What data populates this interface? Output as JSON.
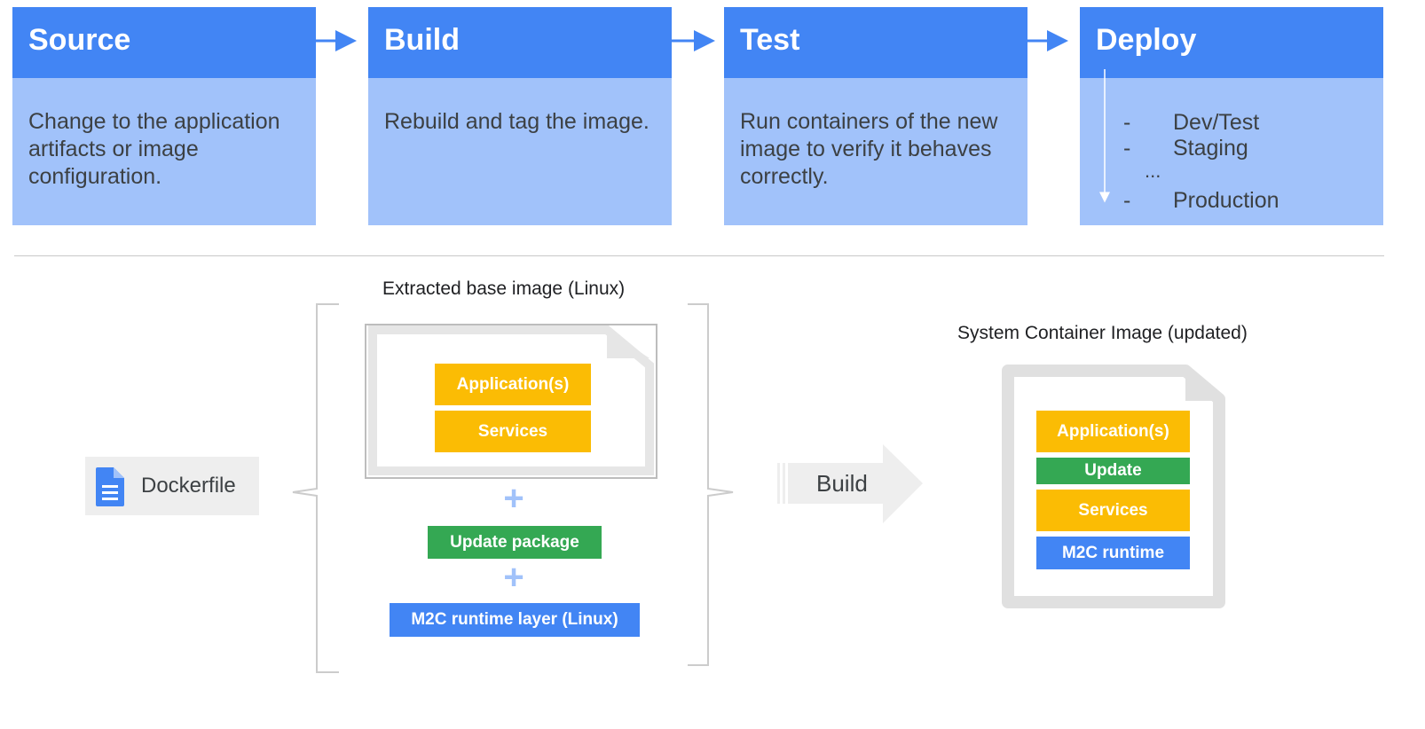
{
  "pipeline": {
    "stages": [
      {
        "title": "Source",
        "body": "Change to the application artifacts or image configuration."
      },
      {
        "title": "Build",
        "body": "Rebuild and tag the image."
      },
      {
        "title": "Test",
        "body": "Run containers of the new image to verify it behaves correctly."
      },
      {
        "title": "Deploy",
        "environments": [
          "Dev/Test",
          "Staging",
          "...",
          "Production"
        ],
        "bullet": "-"
      }
    ]
  },
  "dockerfile": {
    "label": "Dockerfile",
    "icon": "document-icon"
  },
  "base_image": {
    "title": "Extracted base image (Linux)",
    "layers": [
      "Application(s)",
      "Services"
    ],
    "plus": "+",
    "update_package": "Update package",
    "runtime_layer": "M2C runtime layer (Linux)"
  },
  "build_arrow": {
    "label": "Build"
  },
  "result_image": {
    "title": "System Container Image (updated)",
    "layers": [
      "Application(s)",
      "Update",
      "Services",
      "M2C runtime"
    ]
  },
  "colors": {
    "header_blue": "#4285f4",
    "body_blue": "#a1c2fa",
    "yellow": "#fbbc04",
    "green": "#34a853",
    "plus": "#a1c2fa",
    "grey": "#e0e0e0"
  }
}
